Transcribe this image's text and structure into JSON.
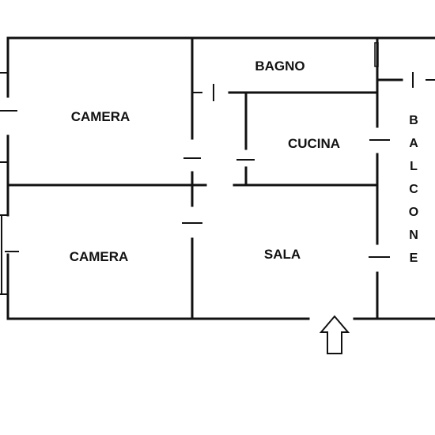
{
  "rooms": {
    "camera_top": "CAMERA",
    "camera_bottom": "CAMERA",
    "bagno": "BAGNO",
    "cucina": "CUCINA",
    "sala": "SALA"
  },
  "balcone": [
    "B",
    "A",
    "L",
    "C",
    "O",
    "N",
    "E"
  ],
  "colors": {
    "wall": "#111111",
    "background": "#ffffff"
  },
  "icons": {
    "entrance": "arrow-up-icon"
  }
}
